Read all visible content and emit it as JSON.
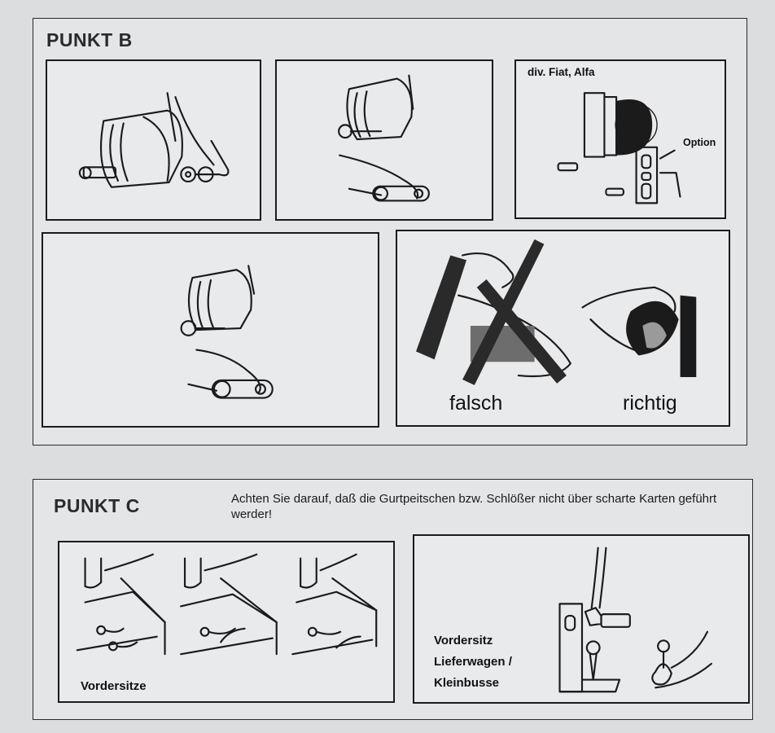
{
  "punkt_b": {
    "heading": "PUNKT B",
    "panel3_label": "div. Fiat, Alfa",
    "option_label": "Option",
    "falsch": "falsch",
    "richtig": "richtig"
  },
  "punkt_c": {
    "heading": "PUNKT C",
    "note": "Achten Sie darauf, daß die Gurtpeitschen bzw. Schlößer nicht über scharte Karten geführt werder!",
    "vordersitze": "Vordersitze",
    "vordersitz_lines": [
      "Vordersitz",
      "Lieferwagen /",
      "Kleinbusse"
    ]
  }
}
